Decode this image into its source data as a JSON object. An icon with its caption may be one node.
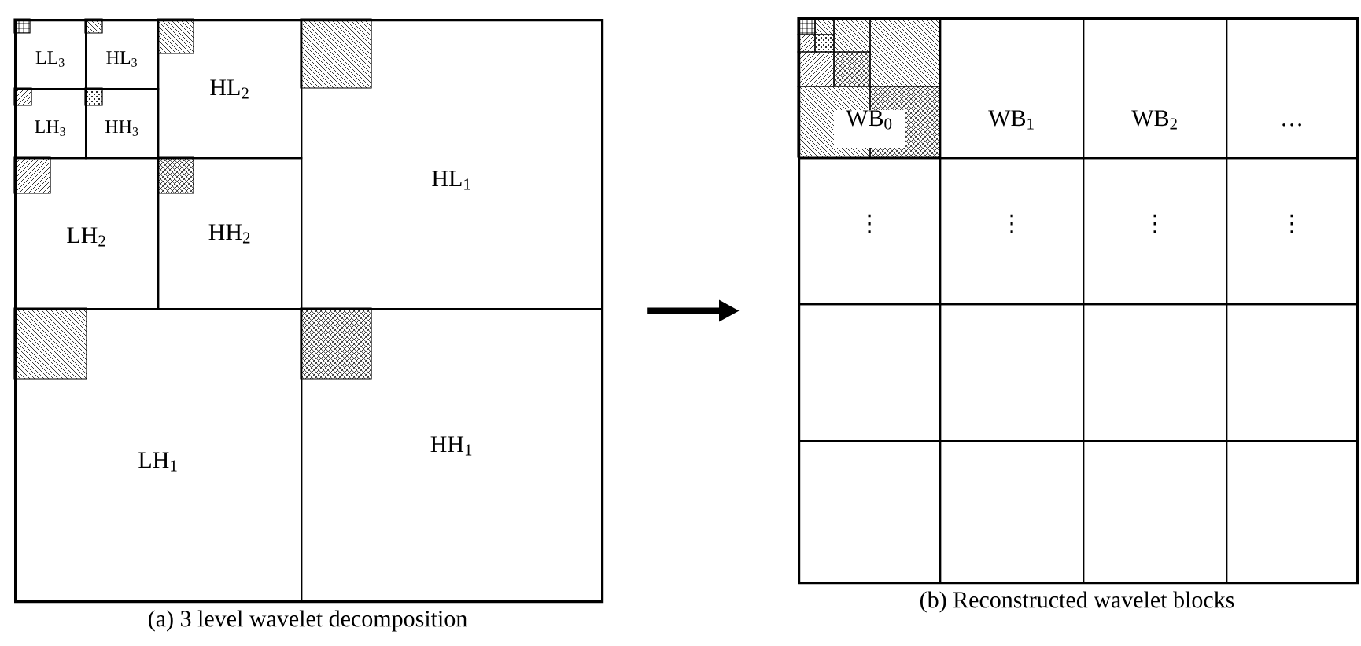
{
  "diagram": {
    "nodes": [
      {
        "text": [],
        "shape": "box",
        "beside": [
          "(a) 3 level wavelet decomposition"
        ]
      },
      {
        "text": [
          "LL$_{3}$"
        ],
        "in": 0
      },
      {
        "text": [
          "HL$_{3}$"
        ],
        "in": 0
      },
      {
        "text": [
          "LH$_{3}$"
        ],
        "in": 0
      },
      {
        "text": [
          "HH$_{3}$"
        ],
        "in": 0
      },
      {
        "text": [
          "HL$_{2}$"
        ],
        "in": 0
      },
      {
        "text": [
          "LH$_{2}$"
        ],
        "in": 0
      },
      {
        "text": [
          "HH$_{2}$"
        ],
        "in": 0
      },
      {
        "text": [
          "HL$_{1}$"
        ],
        "in": 0
      },
      {
        "text": [
          "LH$_{1}$"
        ],
        "in": 0
      },
      {
        "text": [
          "HH$_{1}$"
        ],
        "in": 0
      },
      {
        "text": [],
        "shape": "box",
        "beside": [
          "(b) Reconstructed wavelet blocks"
        ]
      },
      {
        "text": [
          "WB$_{0}$"
        ],
        "in": 11
      },
      {
        "text": [
          "WB$_{1}$"
        ],
        "in": 11
      },
      {
        "text": [
          "WB$_{2}$"
        ],
        "in": 11
      },
      {
        "text": [
          "…"
        ],
        "in": 11
      },
      {
        "text": [
          "⋮"
        ],
        "in": 11
      },
      {
        "text": [
          "⋮"
        ],
        "in": 11
      },
      {
        "text": [
          "⋮"
        ],
        "in": 11
      },
      {
        "text": [
          "⋮"
        ],
        "in": 11
      },
      {
        "text": [],
        "shape": "box",
        "in": 11
      },
      {
        "text": [],
        "shape": "box",
        "in": 11
      },
      {
        "text": [],
        "shape": "box",
        "in": 11
      },
      {
        "text": [],
        "shape": "box",
        "in": 11
      },
      {
        "text": [],
        "shape": "box",
        "in": 11
      },
      {
        "text": [],
        "shape": "box",
        "in": 11
      },
      {
        "text": [],
        "shape": "box",
        "in": 11
      },
      {
        "text": [],
        "shape": "box",
        "in": 11
      }
    ],
    "edges": [
      {
        "from": 0,
        "to": 11,
        "arrow": "to"
      }
    ]
  }
}
